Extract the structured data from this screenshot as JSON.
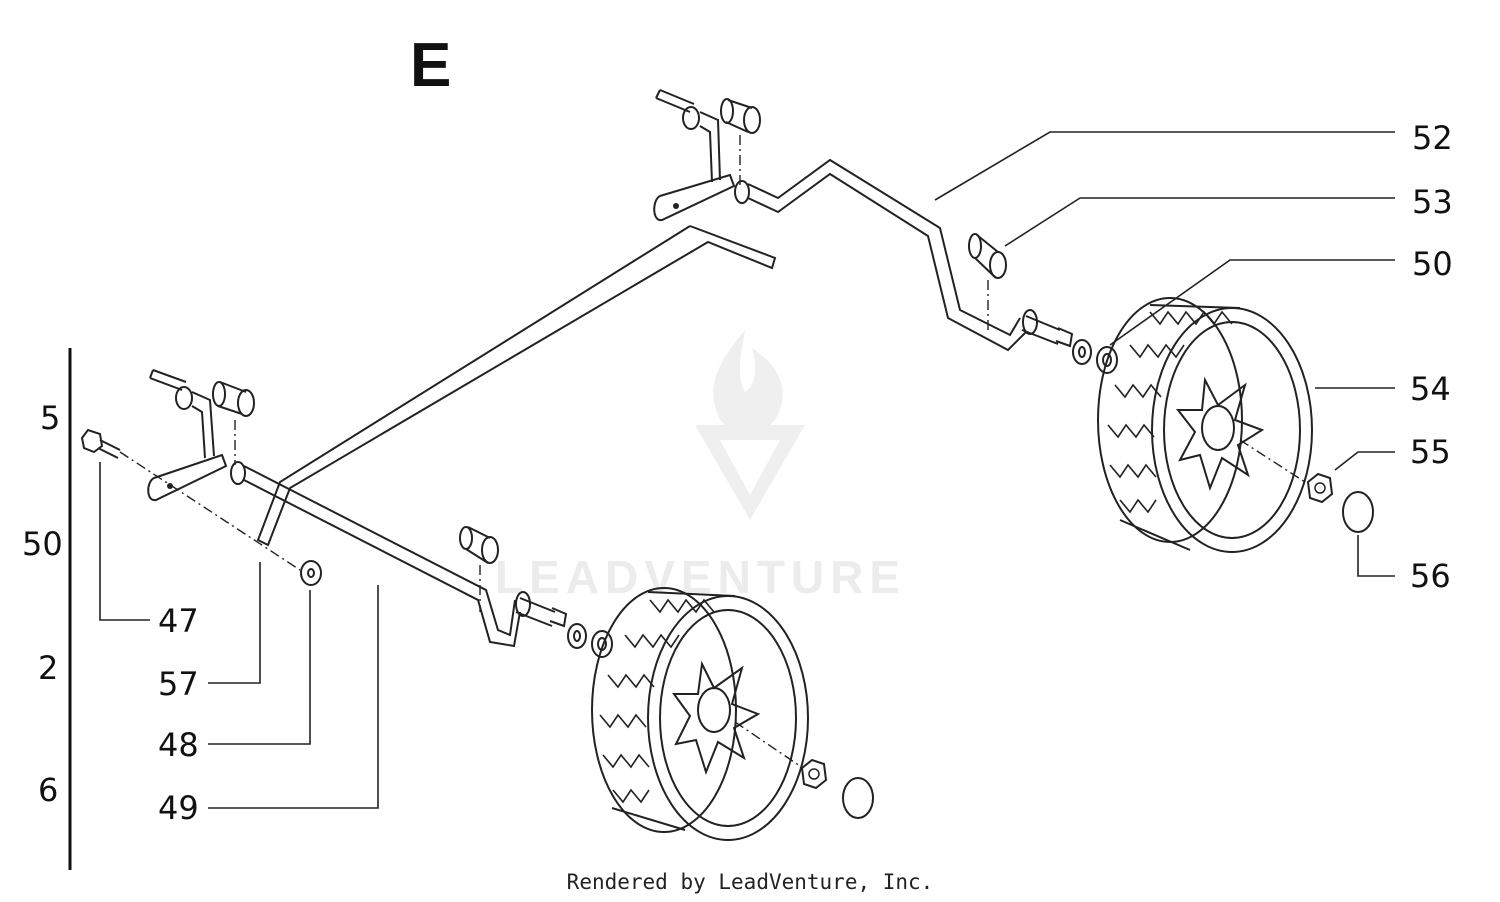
{
  "diagram": {
    "section_letter": "E",
    "footer": "Rendered by LeadVenture, Inc.",
    "watermark": "LEADVENTURE",
    "callouts_right": [
      "52",
      "53",
      "50",
      "54",
      "55",
      "56"
    ],
    "callouts_left": [
      "47",
      "57",
      "48",
      "49"
    ],
    "edge_fragments": [
      "5",
      "50",
      "2",
      "6"
    ]
  }
}
